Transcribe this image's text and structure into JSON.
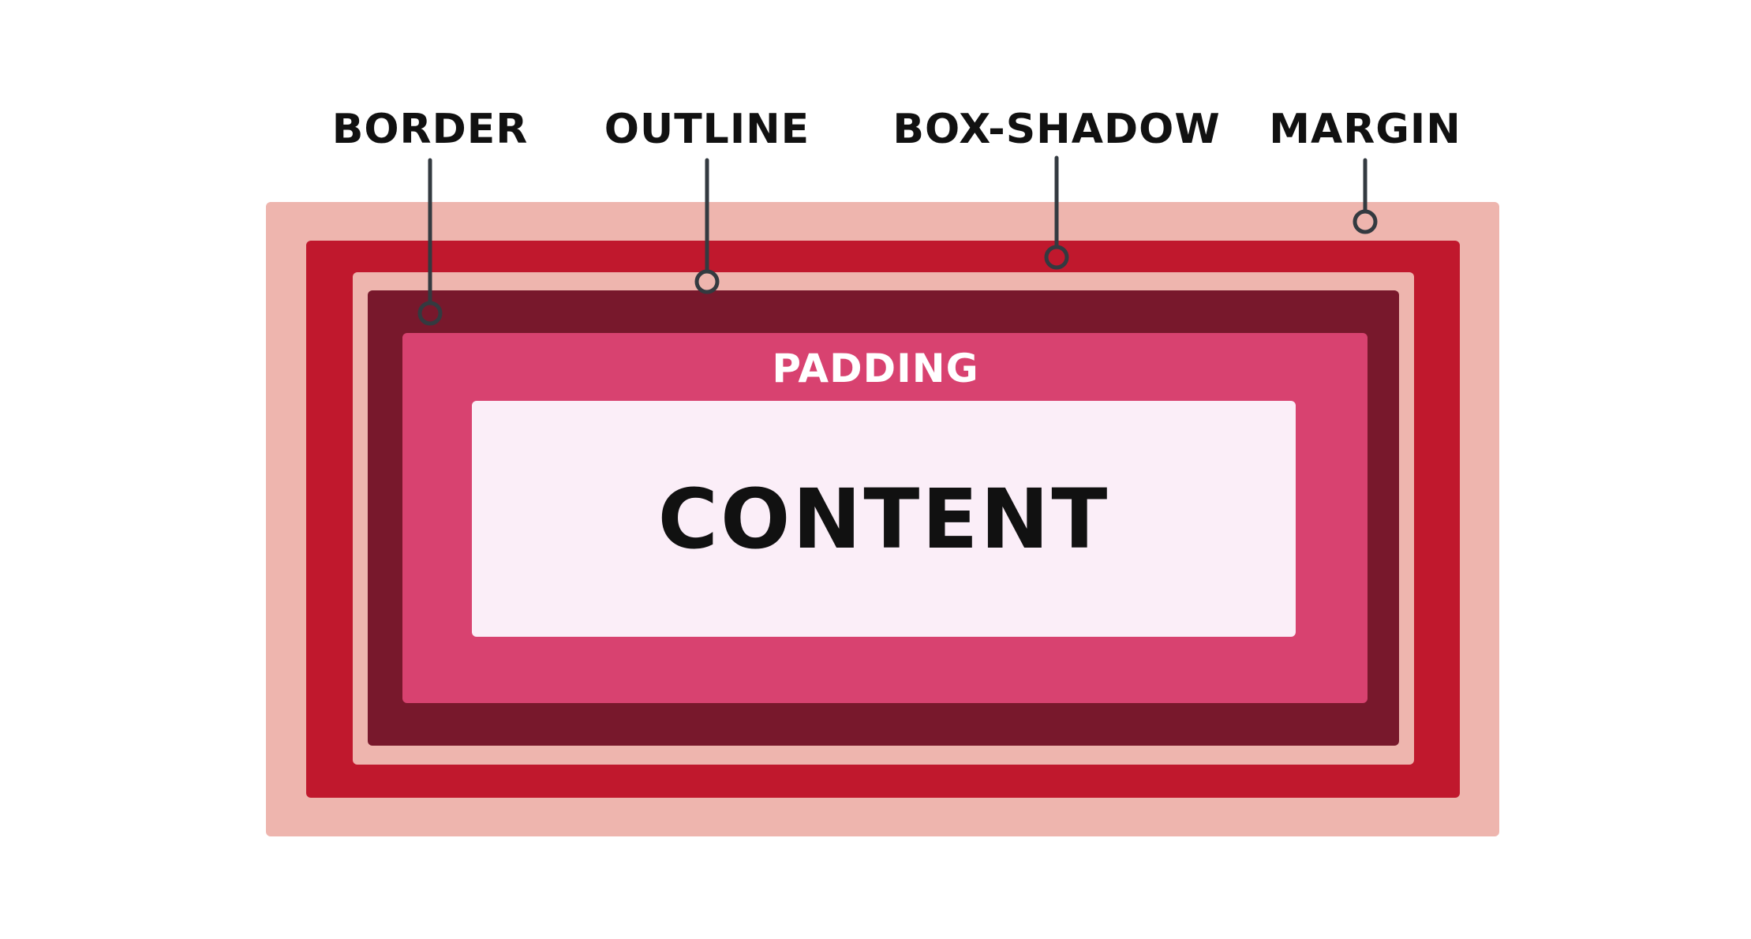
{
  "labels": {
    "border": "BORDER",
    "outline": "OUTLINE",
    "box_shadow": "BOX-SHADOW",
    "margin": "MARGIN",
    "padding": "PADDING",
    "content": "CONTENT"
  },
  "colors": {
    "margin": "#eeb5ae",
    "box_shadow": "#c0182d",
    "outline": "#eeb5ae",
    "border": "#78182c",
    "padding": "#d84270",
    "content": "#fbeef8",
    "pointer": "#333a40",
    "dark_text": "#111111",
    "light_text": "#ffffff"
  }
}
